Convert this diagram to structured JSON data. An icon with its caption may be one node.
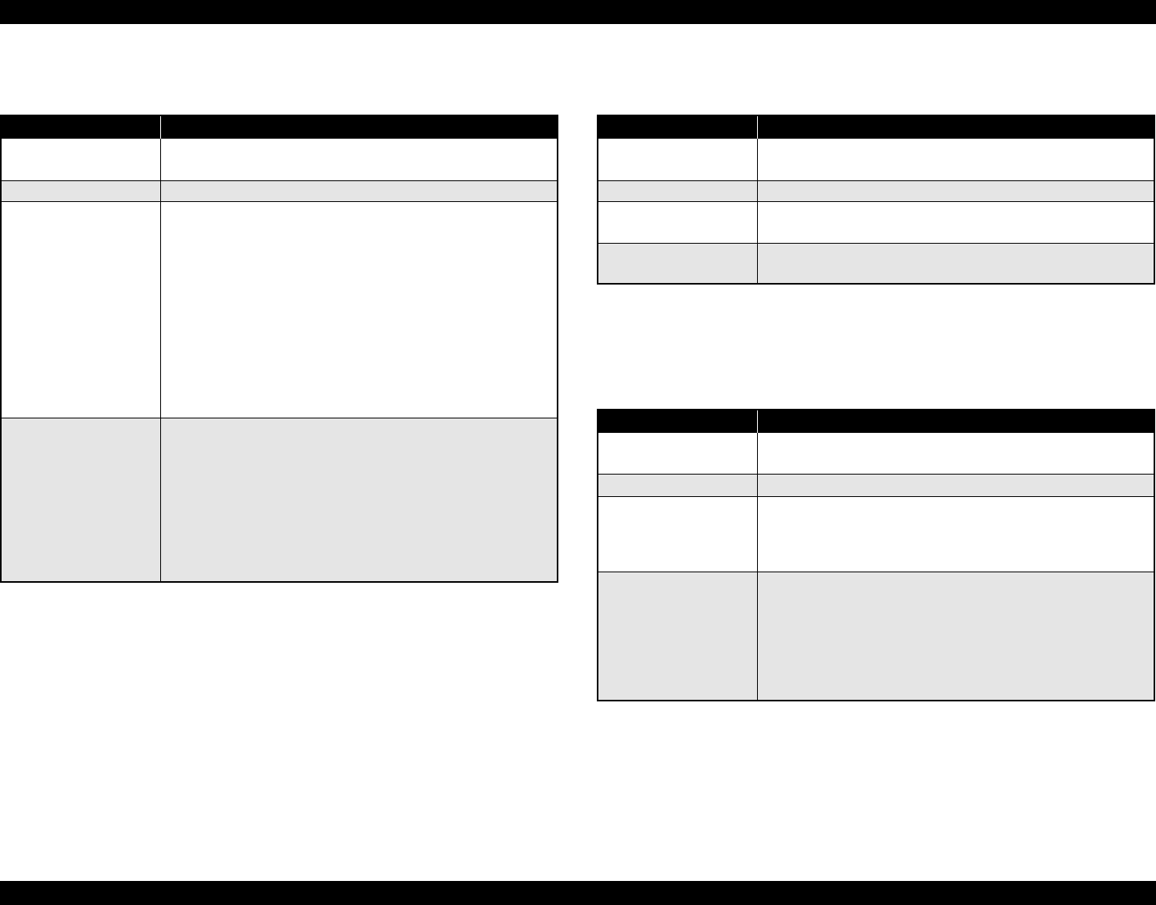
{
  "diagram": {
    "nodes": [
      {
        "text": [],
        "shape": "table"
      },
      {
        "text": [],
        "shape": "table"
      },
      {
        "text": [],
        "shape": "table"
      }
    ]
  }
}
